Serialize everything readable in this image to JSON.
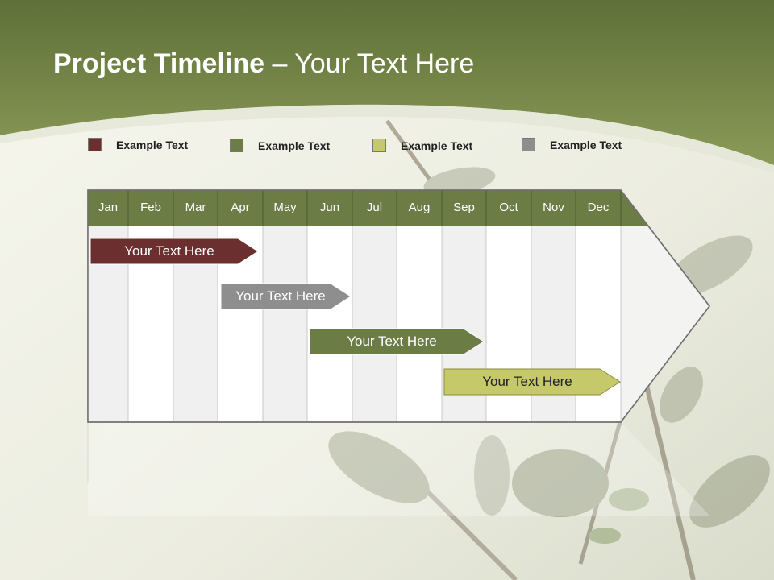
{
  "title": {
    "bold": "Project Timeline",
    "rest": " – Your Text Here"
  },
  "legend": [
    {
      "label": "Example Text",
      "color": "#6b2f2f"
    },
    {
      "label": "Example Text",
      "color": "#6b7c45"
    },
    {
      "label": "Example Text",
      "color": "#c6c96a"
    },
    {
      "label": "Example Text",
      "color": "#8e8e8e"
    }
  ],
  "months": [
    "Jan",
    "Feb",
    "Mar",
    "Apr",
    "May",
    "Jun",
    "Jul",
    "Aug",
    "Sep",
    "Oct",
    "Nov",
    "Dec"
  ],
  "bars": [
    {
      "label": "Your  Text Here",
      "color": "#6b2f2f",
      "text_color": "#ffffff"
    },
    {
      "label": "Your  Text Here",
      "color": "#8e8e8e",
      "text_color": "#ffffff"
    },
    {
      "label": "Your  Text Here",
      "color": "#6b7c45",
      "text_color": "#ffffff"
    },
    {
      "label": "Your  Text Here",
      "color": "#c6c96a",
      "text_color": "#222222"
    }
  ],
  "colors": {
    "header_green": "#6b7c45",
    "banner_green": "#7e8e4e"
  }
}
